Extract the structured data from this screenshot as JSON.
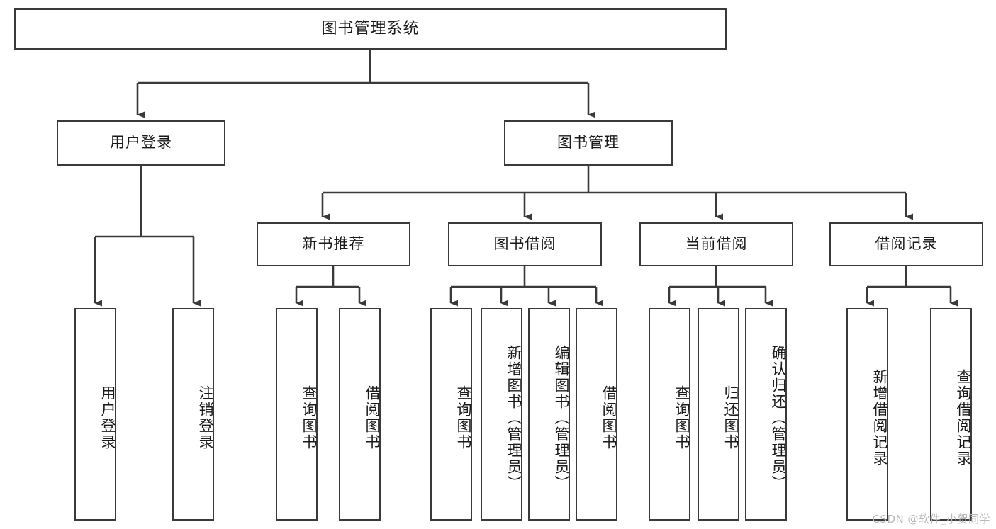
{
  "diagram": {
    "type": "tree-hierarchy",
    "title": "图书管理系统",
    "orientation": "top-down",
    "colors": {
      "box_border": "#3a3a3a",
      "box_fill": "#ffffff",
      "edge": "#3a3a3a",
      "text": "#1a1a1a",
      "watermark": "#b8b8b8",
      "background": "#ffffff"
    },
    "watermark": "CSDN @软件_小贺同学"
  },
  "nodes": {
    "root": {
      "label": "图书管理系统",
      "level": 1
    },
    "level2": [
      {
        "id": "user-login",
        "label": "用户登录"
      },
      {
        "id": "book-manage",
        "label": "图书管理"
      }
    ],
    "level3": [
      {
        "id": "new-book-recommend",
        "label": "新书推荐"
      },
      {
        "id": "book-borrow",
        "label": "图书借阅"
      },
      {
        "id": "current-borrow",
        "label": "当前借阅"
      },
      {
        "id": "borrow-record",
        "label": "借阅记录"
      }
    ],
    "leaves": {
      "user-login": [
        {
          "id": "leaf-user-login",
          "label": "用户登录"
        },
        {
          "id": "leaf-user-logout",
          "label": "注销登录"
        }
      ],
      "new-book-recommend": [
        {
          "id": "leaf-query-book-1",
          "label": "查询图书"
        },
        {
          "id": "leaf-borrow-book-1",
          "label": "借阅图书"
        }
      ],
      "book-borrow": [
        {
          "id": "leaf-query-book-2",
          "label": "查询图书"
        },
        {
          "id": "leaf-add-book",
          "label": "新增图书（管理员）"
        },
        {
          "id": "leaf-edit-book",
          "label": "编辑图书（管理员）"
        },
        {
          "id": "leaf-borrow-book-2",
          "label": "借阅图书"
        }
      ],
      "current-borrow": [
        {
          "id": "leaf-query-book-3",
          "label": "查询图书"
        },
        {
          "id": "leaf-return-book",
          "label": "归还图书"
        },
        {
          "id": "leaf-confirm-return",
          "label": "确认归还（管理员）"
        }
      ],
      "borrow-record": [
        {
          "id": "leaf-add-record",
          "label": "新增借阅记录"
        },
        {
          "id": "leaf-query-record",
          "label": "查询借阅记录"
        }
      ]
    }
  }
}
